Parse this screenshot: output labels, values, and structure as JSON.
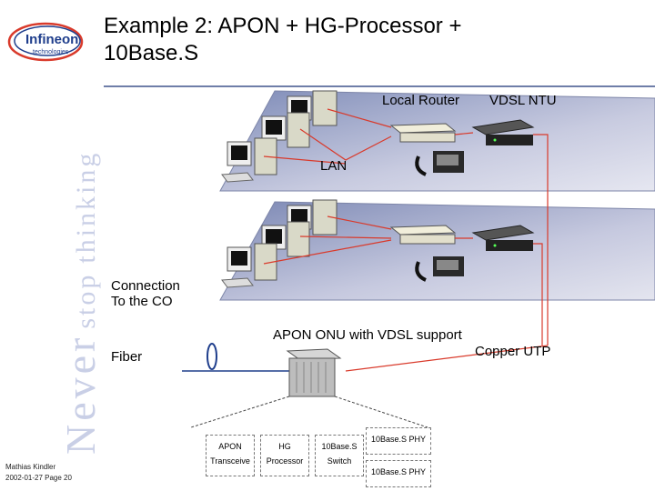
{
  "logo": {
    "brand": "Infineon",
    "sub": "technologies"
  },
  "tagline": {
    "never": "Never",
    "stop": "stop",
    "thinking": "thinking"
  },
  "title": {
    "line1": "Example 2: APON + HG-Processor +",
    "line2": "10Base.S"
  },
  "footer": {
    "author": "Mathias Kindler",
    "date_page": "2002-01-27  Page 20"
  },
  "labels": {
    "local_router": "Local Router",
    "vdsl_ntu": "VDSL NTU",
    "lan": "LAN",
    "connection_line1": "Connection",
    "connection_line2": "To the CO",
    "onu": "APON ONU with VDSL support",
    "copper": "Copper UTP",
    "fiber": "Fiber"
  },
  "blocks": {
    "apon_line1": "APON",
    "apon_line2": "Transceive",
    "hg_line1": "HG",
    "hg_line2": "Processor",
    "base_line1": "10Base.S",
    "base_line2": "Switch",
    "phy_top": "10Base.S PHY",
    "phy_bottom": "10Base.S PHY"
  },
  "colors": {
    "floor": "#c4c7dc",
    "floor_edge": "#7d85a8",
    "accent_red": "#d93a2b",
    "logo_blue": "#1f3e8c"
  }
}
